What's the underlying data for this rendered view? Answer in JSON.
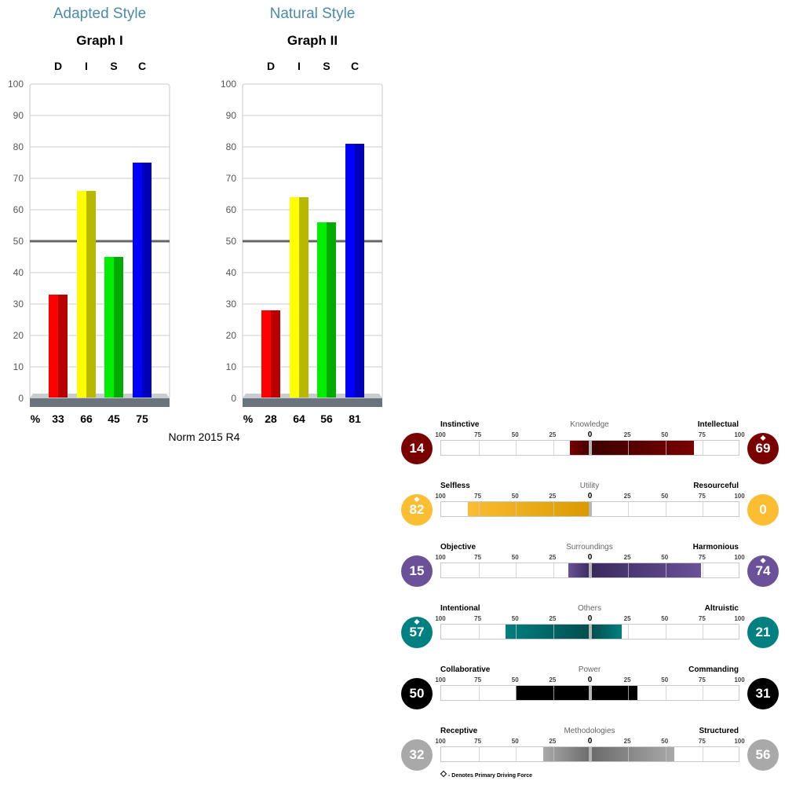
{
  "adapted": {
    "style_title": "Adapted Style",
    "graph_title": "Graph I",
    "percent_label": "%"
  },
  "natural": {
    "style_title": "Natural Style",
    "graph_title": "Graph II",
    "percent_label": "%"
  },
  "norm_label": "Norm 2015 R4",
  "chart_data": [
    {
      "type": "bar",
      "title": "Graph I",
      "categories": [
        "D",
        "I",
        "S",
        "C"
      ],
      "values": [
        33,
        66,
        45,
        75
      ],
      "ylim": [
        0,
        100
      ],
      "yticks": [
        0,
        10,
        20,
        30,
        40,
        50,
        60,
        70,
        80,
        90,
        100
      ],
      "reference_line": 50,
      "colors": [
        "#ff0000",
        "#ffff00",
        "#00ee00",
        "#0000ff"
      ],
      "grid": true
    },
    {
      "type": "bar",
      "title": "Graph II",
      "categories": [
        "D",
        "I",
        "S",
        "C"
      ],
      "values": [
        28,
        64,
        56,
        81
      ],
      "ylim": [
        0,
        100
      ],
      "yticks": [
        0,
        10,
        20,
        30,
        40,
        50,
        60,
        70,
        80,
        90,
        100
      ],
      "reference_line": 50,
      "colors": [
        "#ff0000",
        "#ffff00",
        "#00ee00",
        "#0000ff"
      ],
      "grid": true
    }
  ],
  "drivers": {
    "scale": [
      "100",
      "75",
      "50",
      "25",
      "0",
      "25",
      "50",
      "75",
      "100"
    ],
    "rows": [
      {
        "name": "Knowledge",
        "left_label": "Instinctive",
        "right_label": "Intellectual",
        "left_score": "14",
        "right_score": "69",
        "left_value": 14,
        "right_value": 69,
        "primary": "right",
        "color": "#7a0000",
        "fill_dark": "#3d0000"
      },
      {
        "name": "Utility",
        "left_label": "Selfless",
        "right_label": "Resourceful",
        "left_score": "82",
        "right_score": "0",
        "left_value": 82,
        "right_value": 0,
        "primary": "left",
        "color": "#fbbd32",
        "fill_dark": "#d99a00"
      },
      {
        "name": "Surroundings",
        "left_label": "Objective",
        "right_label": "Harmonious",
        "left_score": "15",
        "right_score": "74",
        "left_value": 15,
        "right_value": 74,
        "primary": "right",
        "color": "#6a5199",
        "fill_dark": "#392a5c"
      },
      {
        "name": "Others",
        "left_label": "Intentional",
        "right_label": "Altruistic",
        "left_score": "57",
        "right_score": "21",
        "left_value": 57,
        "right_value": 21,
        "primary": "left",
        "color": "#008080",
        "fill_dark": "#004d4d"
      },
      {
        "name": "Power",
        "left_label": "Collaborative",
        "right_label": "Commanding",
        "left_score": "50",
        "right_score": "31",
        "left_value": 50,
        "right_value": 31,
        "primary": "",
        "color": "#000000",
        "fill_dark": "#000000"
      },
      {
        "name": "Methodologies",
        "left_label": "Receptive",
        "right_label": "Structured",
        "left_score": "32",
        "right_score": "56",
        "left_value": 32,
        "right_value": 56,
        "primary": "",
        "color": "#a9a9a9",
        "fill_dark": "#6b6b6b"
      }
    ],
    "legend_note": "- Denotes Primary Driving Force"
  }
}
